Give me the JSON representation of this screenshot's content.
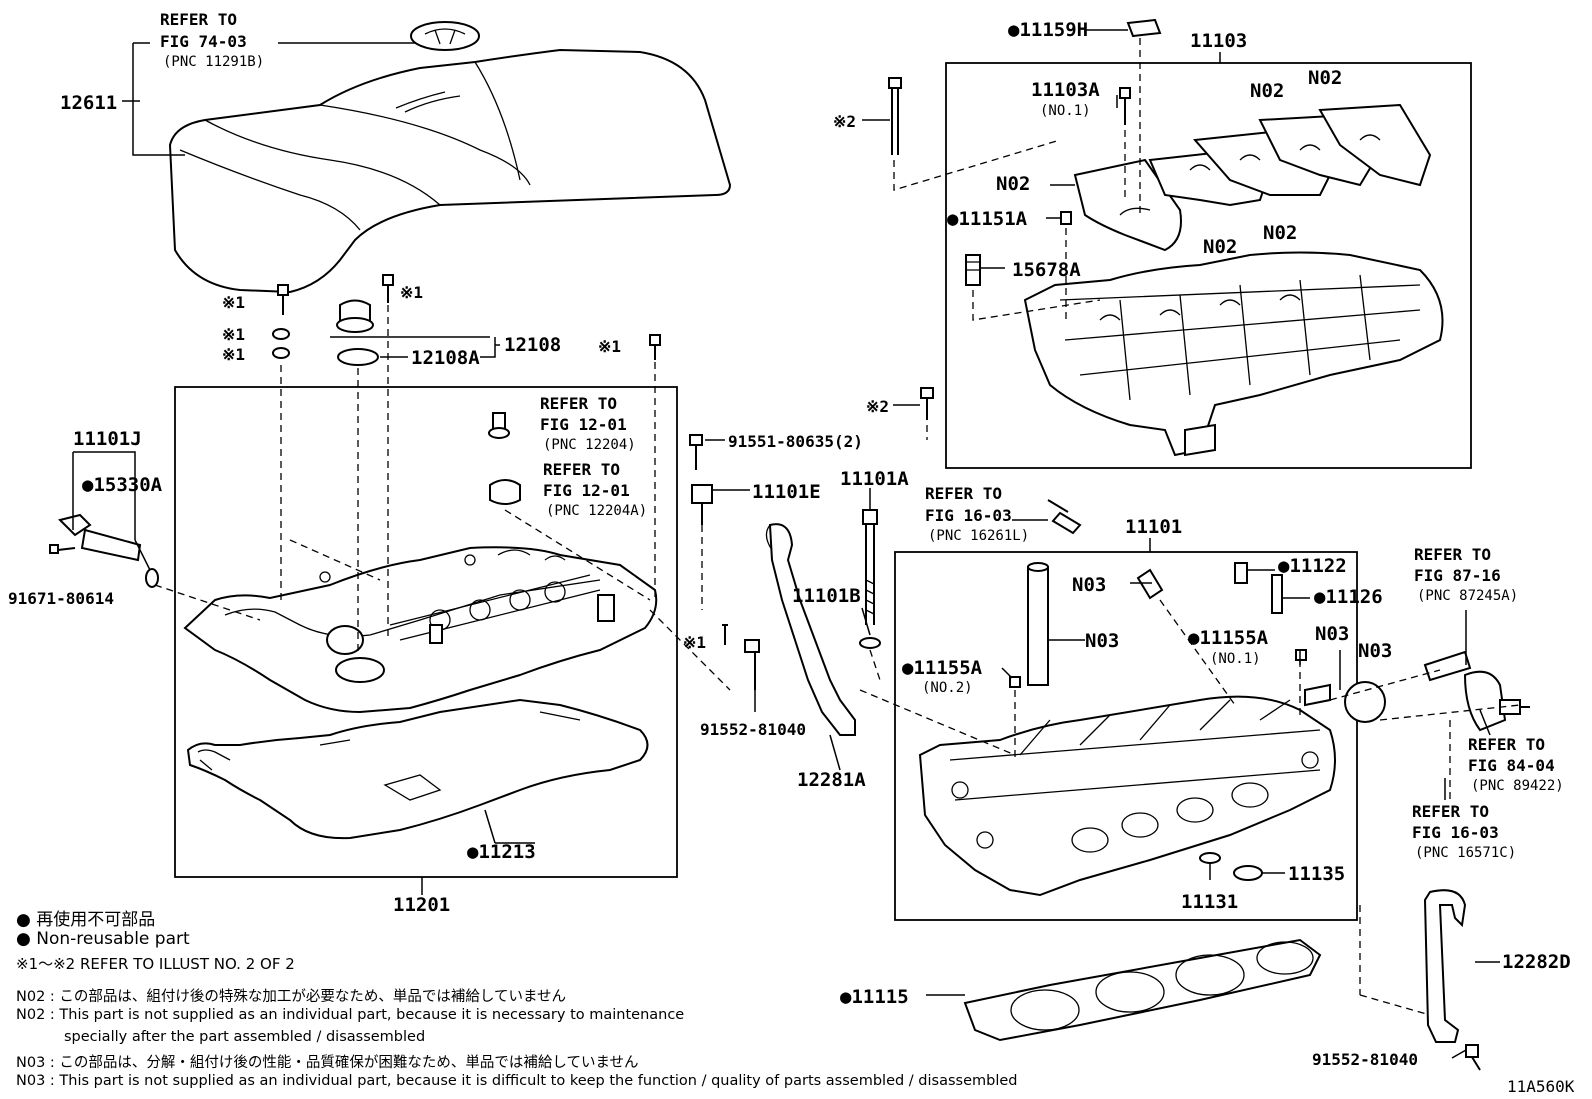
{
  "labels": {
    "l12611": "12611",
    "refer1": "REFER TO",
    "fig1": "FIG 74-03",
    "pnc1": "(PNC 11291B)",
    "star1a": "※1",
    "star1b": "※1",
    "star1c": "※1",
    "star1d": "※1",
    "star1e": "※1",
    "star1f": "※1",
    "star2a": "※2",
    "star2b": "※2",
    "l12108": "12108",
    "l12108A": "12108A",
    "l11101J": "11101J",
    "l15330A": "15330A",
    "l91671": "91671-80614",
    "refer2": "REFER TO",
    "fig2": "FIG 12-01",
    "pnc2": "(PNC 12204)",
    "refer3": "REFER TO",
    "fig3": "FIG 12-01",
    "pnc3": "(PNC 12204A)",
    "l91551": "91551-80635(2)",
    "l11101E": "11101E",
    "l11101A": "11101A",
    "l11101B": "11101B",
    "l91552a": "91552-81040",
    "l12281A": "12281A",
    "l11213": "11213",
    "l11201": "11201",
    "l11159H": "11159H",
    "l11103": "11103",
    "l11103A": "11103A",
    "no1a": "(NO.1)",
    "n02a": "N02",
    "n02b": "N02",
    "n02c": "N02",
    "n02d": "N02",
    "n02e": "N02",
    "l11151A": "11151A",
    "l15678A": "15678A",
    "refer4": "REFER TO",
    "fig4": "FIG 16-03",
    "pnc4": "(PNC 16261L)",
    "l11101": "11101",
    "n03a": "N03",
    "n03b": "N03",
    "n03c": "N03",
    "n03d": "N03",
    "l11122": "11122",
    "l11126": "11126",
    "l11155Aa": "11155A",
    "no1b": "(NO.1)",
    "l11155Ab": "11155A",
    "no2": "(NO.2)",
    "refer5": "REFER TO",
    "fig5": "FIG 87-16",
    "pnc5": "(PNC 87245A)",
    "refer6": "REFER TO",
    "fig6": "FIG 84-04",
    "pnc6": "(PNC 89422)",
    "refer7": "REFER TO",
    "fig7": "FIG 16-03",
    "pnc7": "(PNC 16571C)",
    "l11135": "11135",
    "l11131": "11131",
    "l12282D": "12282D",
    "l11115": "11115",
    "l91552b": "91552-81040",
    "code": "11A560K"
  },
  "legend": {
    "jp_nonreuse": "再使用不可部品",
    "en_nonreuse": "Non-reusable part",
    "refer_illust": "※1～※2  REFER TO ILLUST NO. 2 OF 2"
  },
  "notes": {
    "n02_jp": "N02 : この部品は、組付け後の特殊な加工が必要なため、単品では補給していません",
    "n02_en1": "N02 : This part is not supplied as an individual part, because it is necessary to maintenance",
    "n02_en2": "specially after the part assembled / disassembled",
    "n03_jp": "N03 : この部品は、分解・組付け後の性能・品質確保が困難なため、単品では補給していません",
    "n03_en": "N03 : This part is not supplied as an individual part, because it is difficult to keep the function / quality of parts  assembled / disassembled"
  }
}
